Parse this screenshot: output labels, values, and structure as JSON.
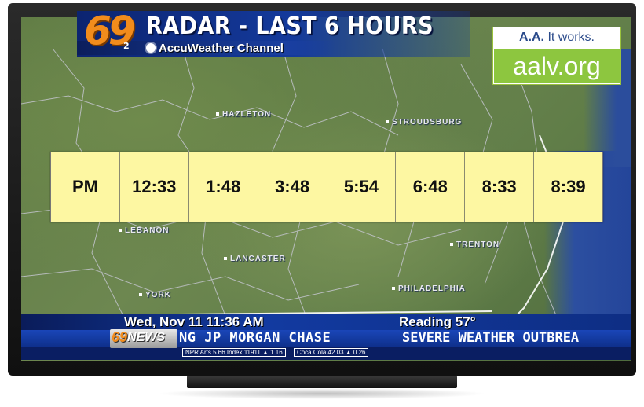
{
  "tv": {
    "screen": {
      "header": {
        "logo_number": "69",
        "logo_subscript": "2",
        "title": "RADAR - LAST 6 HOURS",
        "channel": "AccuWeather Channel",
        "channel_icon": "sun-icon"
      },
      "ad": {
        "brand": "A.A.",
        "tagline": "It works.",
        "url": "aalv.org",
        "accent_color": "#8dc63f"
      },
      "map": {
        "cities": [
          "HAZLETON",
          "STROUDSBURG",
          "LEBANON",
          "LANCASTER",
          "TRENTON",
          "YORK",
          "PHILADELPHIA"
        ]
      },
      "times_bar": {
        "cells": [
          "PM",
          "12:33",
          "1:48",
          "3:48",
          "5:54",
          "6:48",
          "8:33",
          "8:39"
        ],
        "background": "#fdf7a2"
      },
      "ticker": {
        "date_time": "Wed, Nov 11   11:36 AM",
        "location_temp": "Reading     57°",
        "news_label": "NEWS",
        "news_number": "69",
        "headline_left": "NG JP MORGAN CHASE",
        "headline_right": "SEVERE WEATHER OUTBREA",
        "mini_left": "NPR Arts 5.66 Index 11911 ▲ 1.16",
        "mini_right": "Coca Cola 42.03 ▲ 0.26"
      }
    }
  }
}
